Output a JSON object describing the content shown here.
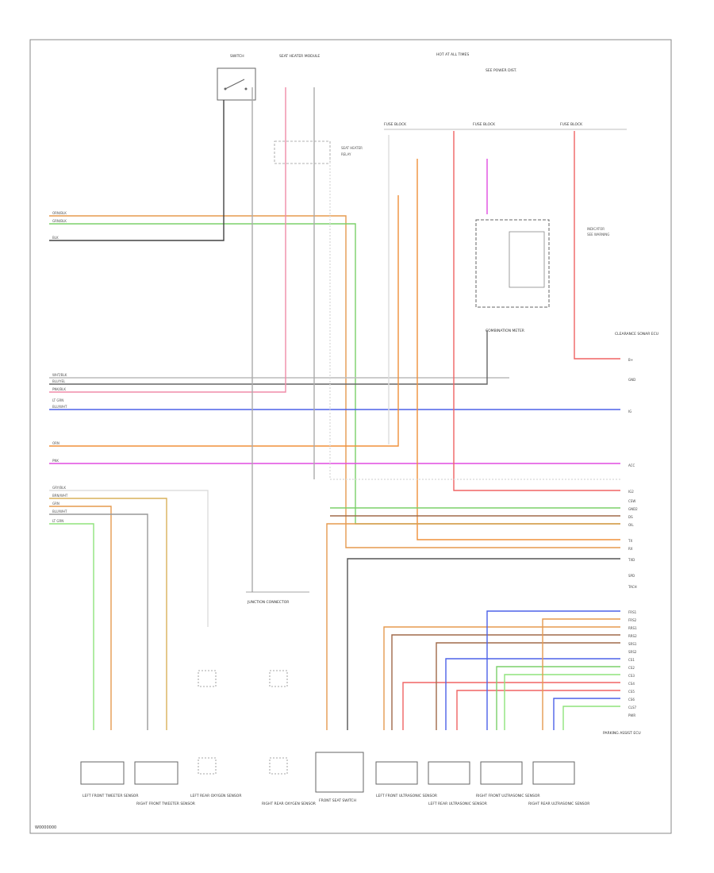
{
  "diagram": {
    "figure_ref": "W0000000",
    "components": {
      "switch_top_left": "SWITCH",
      "seat_heater_module": "SEAT HEATER MODULE",
      "hot_at_all_times": "HOT AT ALL TIMES",
      "fuse_block_1": "FUSE BLOCK",
      "fuse_block_2": "FUSE BLOCK",
      "fuse_block_3": "FUSE BLOCK",
      "combination_meter": "COMBINATION METER",
      "junction_connector": "JUNCTION CONNECTOR",
      "left_front_sensor": "LEFT FRONT TWEETER SENSOR",
      "right_front_sensor": "RIGHT FRONT TWEETER SENSOR",
      "left_rear_oxygen": "LEFT REAR OXYGEN SENSOR",
      "right_rear_oxygen": "RIGHT REAR OXYGEN SENSOR",
      "front_seat_switch": "FRONT SEAT SWITCH",
      "left_front_ultrasonic": "LEFT FRONT ULTRASONIC SENSOR",
      "left_rear_ultrasonic": "LEFT REAR ULTRASONIC SENSOR",
      "right_front_ultrasonic": "RIGHT FRONT ULTRASONIC SENSOR",
      "right_rear_ultrasonic": "RIGHT REAR ULTRASONIC SENSOR",
      "clearance_sonar_ecu": "CLEARANCE SONAR ECU",
      "parking_assist_ecu": "PARKING ASSIST ECU"
    },
    "left_wires": [
      "ORN/BLK",
      "GRN/BLK",
      "BLK",
      "WHT/BLK",
      "BLU/YEL",
      "PNK/BLK",
      "LT GRN",
      "BLU/WHT",
      "ORN",
      "PNK",
      "GRY/BLK",
      "BRN/WHT",
      "GRN",
      "BLU/WHT",
      "LT GRN"
    ],
    "right_pins": [
      "B+",
      "GND",
      "IG",
      "ACC",
      "IG2",
      "CSW",
      "GND2",
      "DS",
      "OIL",
      "TX",
      "RX",
      "TXD",
      "SPD",
      "TACH",
      "FRS1",
      "FRS2",
      "RRS1",
      "RRS2",
      "SRS1",
      "SRS2",
      "CS1",
      "CS2",
      "CS3",
      "CS4",
      "CS5",
      "CS6",
      "CLS7",
      "PWR"
    ]
  }
}
